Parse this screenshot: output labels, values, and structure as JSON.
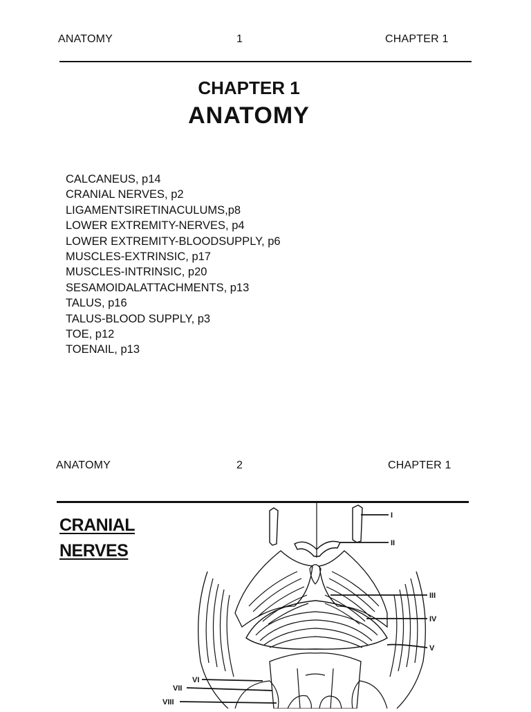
{
  "page1": {
    "header": {
      "left": "ANATOMY",
      "center": "1",
      "right": "CHAPTER 1"
    },
    "chapter_label": "CHAPTER 1",
    "chapter_title": "ANATOMY",
    "toc": [
      "CALCANEUS, p14",
      "CRANIAL NERVES, p2",
      "LIGAMENTSIRETINACULUMS,p8",
      "LOWER EXTREMITY-NERVES, p4",
      "LOWER EXTREMITY-BLOODSUPPLY, p6",
      "MUSCLES-EXTRINSIC, p17",
      "MUSCLES-INTRINSIC, p20",
      "SESAMOIDALATTACHMENTS, p13",
      "TALUS, p16",
      "TALUS-BLOOD SUPPLY, p3",
      "TOE, p12",
      "TOENAIL, p13"
    ]
  },
  "page2": {
    "header": {
      "left": "ANATOMY",
      "center": "2",
      "right": "CHAPTER 1"
    },
    "section_title_line1": "CRANIAL",
    "section_title_line2": "NERVES",
    "figure_labels": {
      "I": "I",
      "II": "II",
      "III": "III",
      "IV": "IV",
      "V": "V",
      "VI": "VI",
      "VII": "VII",
      "VIII": "VIII"
    }
  }
}
